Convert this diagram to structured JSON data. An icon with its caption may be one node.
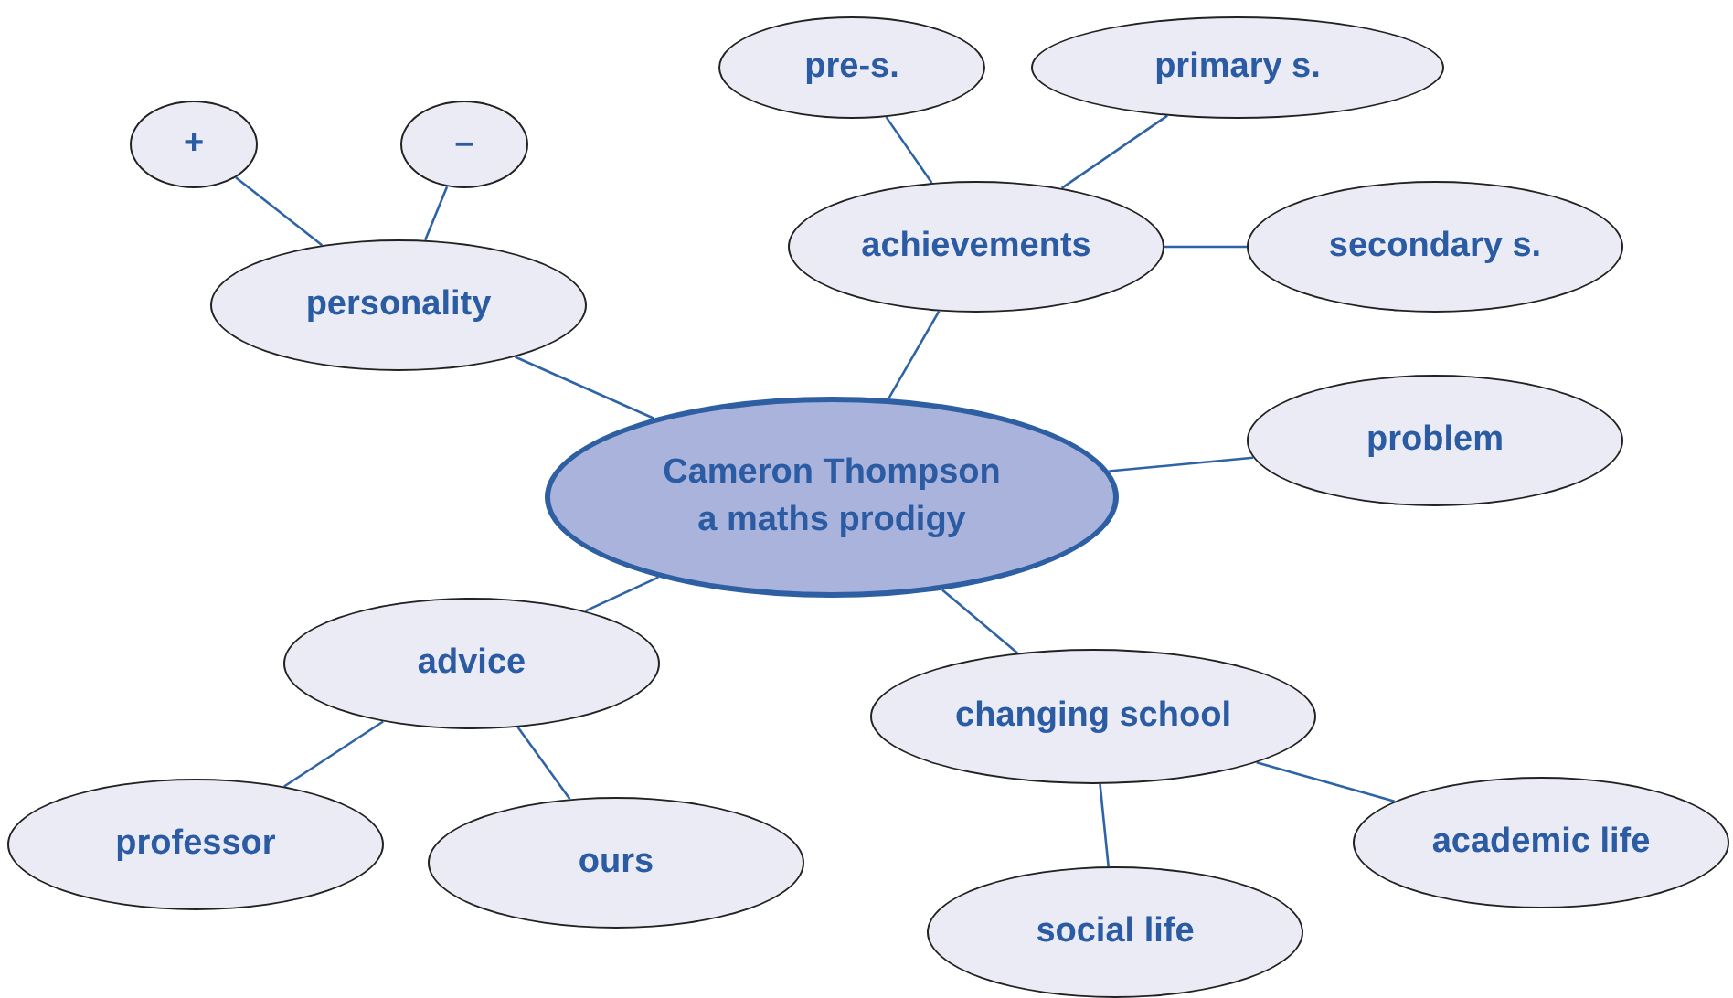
{
  "diagram": {
    "nodes": [
      {
        "text": [
          "Cameron Thompson a maths prodigy"
        ]
      },
      {
        "text": [
          "personality"
        ]
      },
      {
        "text": [
          "+"
        ]
      },
      {
        "text": [
          "–"
        ]
      },
      {
        "text": [
          "achievements"
        ]
      },
      {
        "text": [
          "pre-s."
        ]
      },
      {
        "text": [
          "primary s."
        ]
      },
      {
        "text": [
          "secondary s."
        ]
      },
      {
        "text": [
          "problem"
        ]
      },
      {
        "text": [
          "advice"
        ]
      },
      {
        "text": [
          "professor"
        ]
      },
      {
        "text": [
          "ours"
        ]
      },
      {
        "text": [
          "changing school"
        ]
      },
      {
        "text": [
          "social life"
        ]
      },
      {
        "text": [
          "academic life"
        ]
      }
    ],
    "edges": [
      {
        "from": 0,
        "to": 1,
        "arrow": "none"
      },
      {
        "from": 1,
        "to": 2,
        "arrow": "none"
      },
      {
        "from": 1,
        "to": 3,
        "arrow": "none"
      },
      {
        "from": 0,
        "to": 4,
        "arrow": "none"
      },
      {
        "from": 4,
        "to": 5,
        "arrow": "none"
      },
      {
        "from": 4,
        "to": 6,
        "arrow": "none"
      },
      {
        "from": 4,
        "to": 7,
        "arrow": "none"
      },
      {
        "from": 0,
        "to": 8,
        "arrow": "none"
      },
      {
        "from": 0,
        "to": 9,
        "arrow": "none"
      },
      {
        "from": 9,
        "to": 10,
        "arrow": "none"
      },
      {
        "from": 9,
        "to": 11,
        "arrow": "none"
      },
      {
        "from": 0,
        "to": 12,
        "arrow": "none"
      },
      {
        "from": 12,
        "to": 13,
        "arrow": "none"
      },
      {
        "from": 12,
        "to": 14,
        "arrow": "none"
      }
    ]
  }
}
